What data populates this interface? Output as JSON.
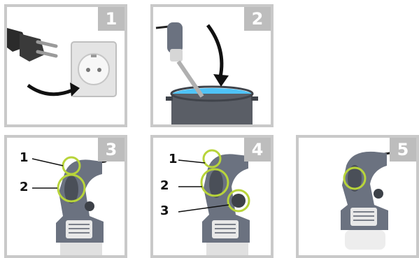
{
  "steps": [
    {
      "number": "1",
      "action": "plug-in"
    },
    {
      "number": "2",
      "action": "immerse-blender"
    },
    {
      "number": "3",
      "callouts": [
        "1",
        "2"
      ]
    },
    {
      "number": "4",
      "callouts": [
        "1",
        "2",
        "3"
      ]
    },
    {
      "number": "5"
    }
  ],
  "colors": {
    "frame": "#c9c9c9",
    "badge": "#bdbdbd",
    "highlight": "#b8d43a",
    "handle": "#6b7280",
    "handle_dark": "#4a4f58",
    "pot": "#5a5e66",
    "water": "#4fc3f7"
  }
}
